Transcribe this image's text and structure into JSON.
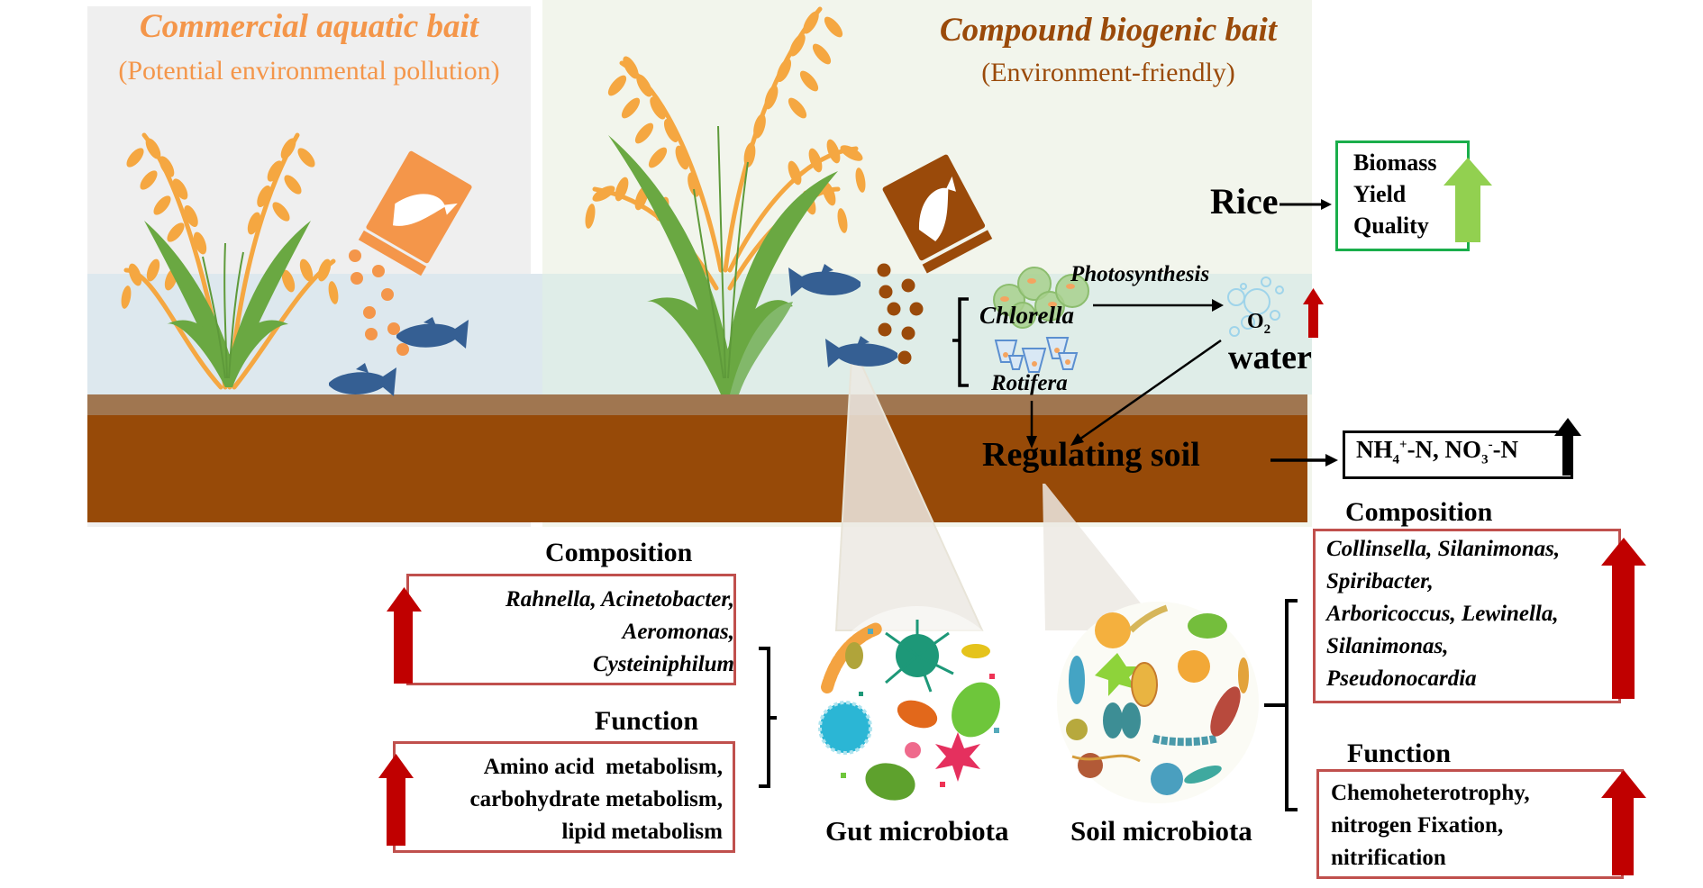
{
  "left_panel": {
    "title": "Commercial aquatic bait",
    "subtitle": "(Potential environmental pollution)",
    "title_color": "#f4964a"
  },
  "middle_panel": {
    "title": "Compound biogenic bait",
    "subtitle": "(Environment-friendly)",
    "title_color": "#9a4a0a"
  },
  "rice": {
    "label": "Rice",
    "outcomes": [
      "Biomass",
      "Yield",
      "Quality"
    ],
    "trend": "increase",
    "arrow_color": "#92d050",
    "box_color": "#1aae4b"
  },
  "water": {
    "photosynthesis_label": "Photosynthesis",
    "chlorella_label": "Chlorella",
    "rotifera_label": "Rotifera",
    "o2_label": "O",
    "o2_sub": "2",
    "o2_trend": "increase",
    "water_label": "water"
  },
  "soil": {
    "label": "Regulating soil",
    "nitrogen": {
      "nh_main": "NH",
      "nh_sub": "4",
      "nh_sup": "+",
      "nh_tail": "-N, NO",
      "no_sub": "3",
      "no_sup": "-",
      "no_tail": "-N",
      "trend": "increase"
    }
  },
  "gut_microbiota": {
    "label": "Gut microbiota",
    "composition_heading": "Composition",
    "composition_lines": [
      "Rahnella, Acinetobacter,",
      "Aeromonas,",
      "Cysteiniphilum"
    ],
    "function_heading": "Function",
    "function_lines": [
      "Amino acid  metabolism,",
      "carbohydrate metabolism,",
      "lipid metabolism"
    ],
    "trend": "increase"
  },
  "soil_microbiota": {
    "label": "Soil microbiota",
    "composition_heading": "Composition",
    "composition_lines": [
      "Collinsella, Silanimonas,",
      "Spiribacter,",
      "Arboricoccus, Lewinella,",
      "Silanimonas,",
      "Pseudonocardia"
    ],
    "function_heading": "Function",
    "function_lines": [
      "Chemoheterotrophy,",
      "nitrogen Fixation,",
      "nitrification"
    ],
    "trend": "increase"
  },
  "colors": {
    "increase_arrow": "#c00000",
    "box_border": "#c0504d",
    "fish": "#355f93",
    "soil_dark": "#974a08",
    "soil_light": "#a07650"
  }
}
